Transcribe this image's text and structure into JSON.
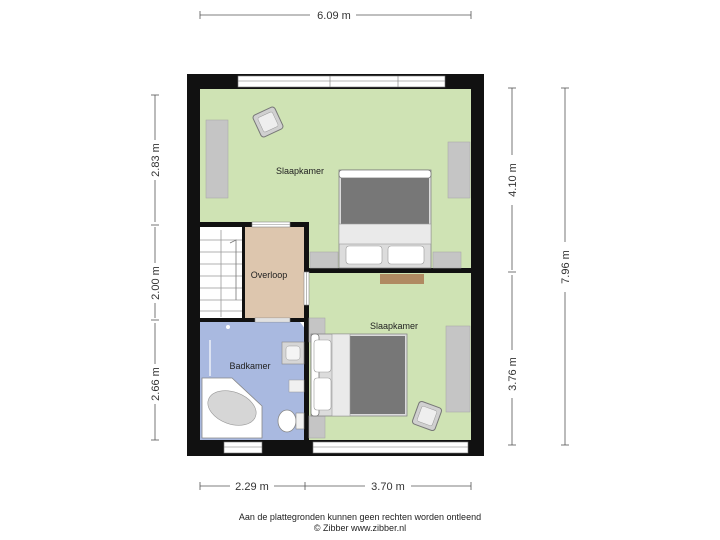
{
  "dimensions": {
    "top_width": "6.09 m",
    "left_top": "2.83 m",
    "left_middle": "2.00 m",
    "left_bottom": "2.66 m",
    "right_upper": "4.10 m",
    "right_lower": "3.76 m",
    "right_total": "7.96 m",
    "bottom_left": "2.29 m",
    "bottom_right": "3.70 m"
  },
  "rooms": {
    "bedroom_top": "Slaapkamer",
    "landing": "Overloop",
    "bedroom_bottom": "Slaapkamer",
    "bathroom": "Badkamer"
  },
  "footer": {
    "disclaimer": "Aan de plattegronden kunnen geen rechten worden ontleend",
    "copyright": "© Zibber www.zibber.nl"
  },
  "colors": {
    "bedroom_fill": "#cfe3b4",
    "landing_fill": "#ddc6ae",
    "bathroom_fill": "#a9b9e0",
    "stairs_fill": "#ffffff",
    "wall": "#111111"
  }
}
